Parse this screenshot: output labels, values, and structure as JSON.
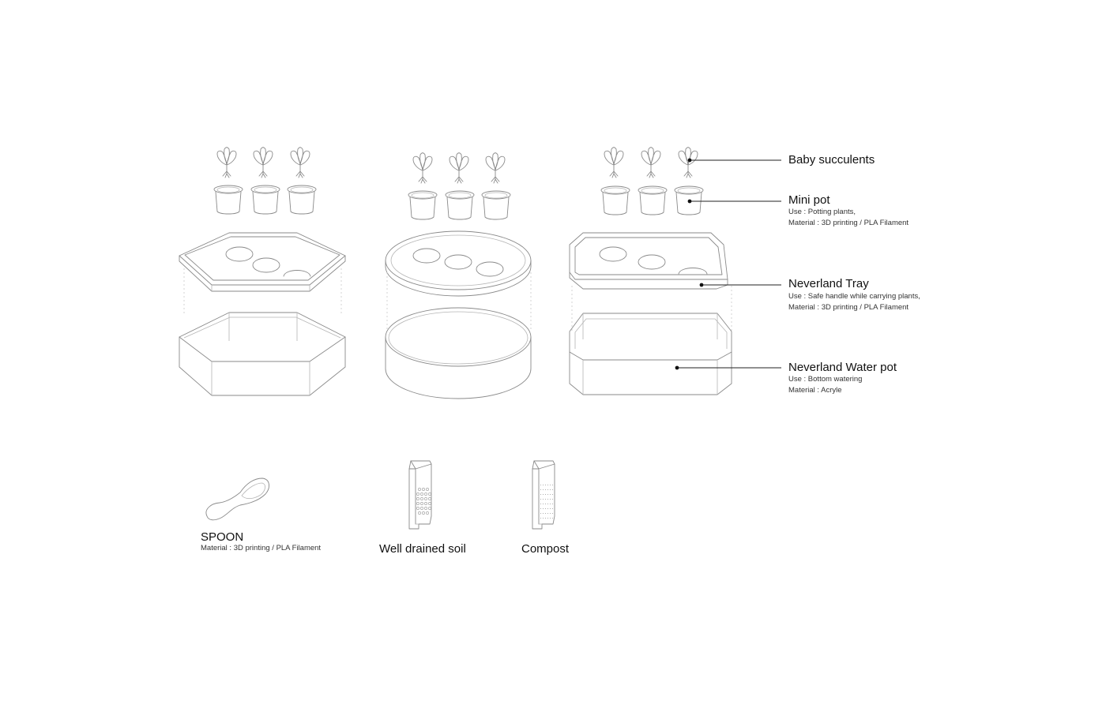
{
  "callouts": {
    "baby_succulents": {
      "title": "Baby succulents"
    },
    "mini_pot": {
      "title": "Mini pot",
      "use": "Use : Potting plants,",
      "material": "Material : 3D printing / PLA Filament"
    },
    "tray": {
      "title": "Neverland Tray",
      "use": "Use : Safe handle while carrying plants,",
      "material": "Material : 3D printing / PLA Filament"
    },
    "water_pot": {
      "title": "Neverland Water pot",
      "use": "Use : Bottom watering",
      "material": "Material : Acryle"
    }
  },
  "accessories": {
    "spoon": {
      "title": "SPOON",
      "material": "Material : 3D printing / PLA Filament"
    },
    "soil": {
      "title": "Well drained soil"
    },
    "compost": {
      "title": "Compost"
    }
  },
  "colors": {
    "line": "#8a8a8a",
    "leader": "#222222",
    "background": "#ffffff"
  }
}
